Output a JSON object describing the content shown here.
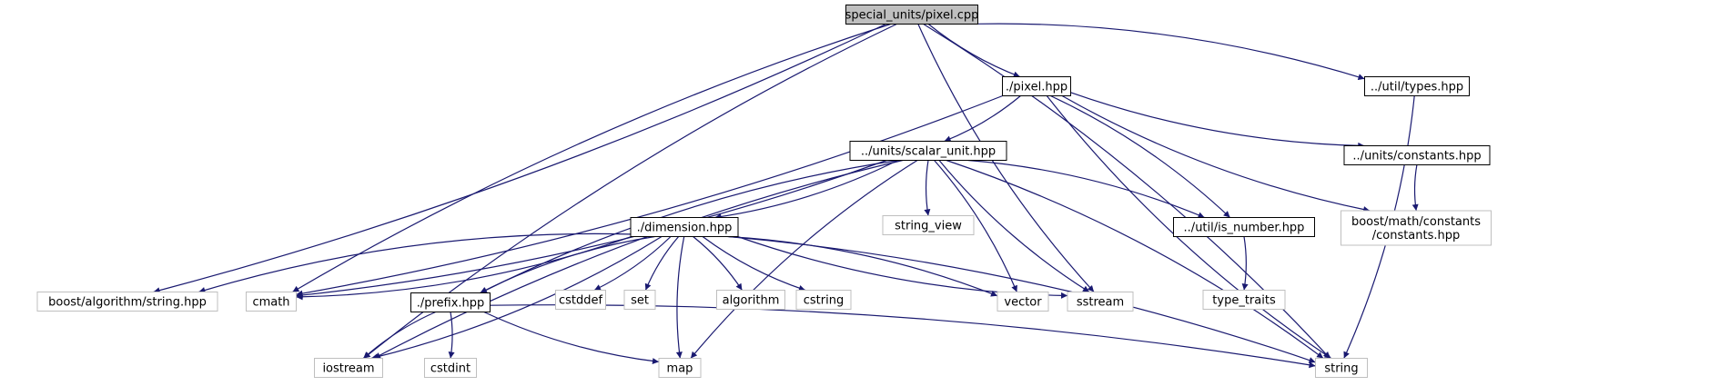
{
  "colors": {
    "edge": "#191970",
    "node_border_project": "#000000",
    "node_border_external": "#bfbfbf",
    "root_fill": "#bfbfbf",
    "node_fill": "#ffffff"
  },
  "nodes": [
    {
      "id": "root",
      "label": "special_units/pixel.cpp",
      "kind": "root"
    },
    {
      "id": "pixel_hpp",
      "label": "./pixel.hpp",
      "kind": "project"
    },
    {
      "id": "types_hpp",
      "label": "../util/types.hpp",
      "kind": "project"
    },
    {
      "id": "scalar_unit",
      "label": "../units/scalar_unit.hpp",
      "kind": "project"
    },
    {
      "id": "constants_hpp",
      "label": "../units/constants.hpp",
      "kind": "project"
    },
    {
      "id": "dimension",
      "label": "./dimension.hpp",
      "kind": "project"
    },
    {
      "id": "string_view",
      "label": "string_view",
      "kind": "external"
    },
    {
      "id": "is_number",
      "label": "../util/is_number.hpp",
      "kind": "project"
    },
    {
      "id": "boost_constants",
      "label": [
        "boost/math/constants",
        "/constants.hpp"
      ],
      "kind": "external"
    },
    {
      "id": "boost_string",
      "label": "boost/algorithm/string.hpp",
      "kind": "external"
    },
    {
      "id": "cmath",
      "label": "cmath",
      "kind": "external"
    },
    {
      "id": "prefix",
      "label": "./prefix.hpp",
      "kind": "project"
    },
    {
      "id": "cstddef",
      "label": "cstddef",
      "kind": "external"
    },
    {
      "id": "set",
      "label": "set",
      "kind": "external"
    },
    {
      "id": "algorithm",
      "label": "algorithm",
      "kind": "external"
    },
    {
      "id": "cstring",
      "label": "cstring",
      "kind": "external"
    },
    {
      "id": "vector",
      "label": "vector",
      "kind": "external"
    },
    {
      "id": "sstream",
      "label": "sstream",
      "kind": "external"
    },
    {
      "id": "type_traits",
      "label": "type_traits",
      "kind": "external"
    },
    {
      "id": "iostream",
      "label": "iostream",
      "kind": "external"
    },
    {
      "id": "cstdint",
      "label": "cstdint",
      "kind": "external"
    },
    {
      "id": "map",
      "label": "map",
      "kind": "external"
    },
    {
      "id": "string",
      "label": "string",
      "kind": "external"
    }
  ],
  "edges": [
    [
      "root",
      "pixel_hpp"
    ],
    [
      "root",
      "types_hpp"
    ],
    [
      "root",
      "sstream"
    ],
    [
      "root",
      "string"
    ],
    [
      "root",
      "cmath"
    ],
    [
      "root",
      "boost_string"
    ],
    [
      "root",
      "iostream"
    ],
    [
      "pixel_hpp",
      "scalar_unit"
    ],
    [
      "pixel_hpp",
      "constants_hpp"
    ],
    [
      "pixel_hpp",
      "is_number"
    ],
    [
      "pixel_hpp",
      "boost_constants"
    ],
    [
      "pixel_hpp",
      "cmath"
    ],
    [
      "pixel_hpp",
      "string"
    ],
    [
      "types_hpp",
      "string"
    ],
    [
      "constants_hpp",
      "boost_constants"
    ],
    [
      "scalar_unit",
      "dimension"
    ],
    [
      "scalar_unit",
      "string_view"
    ],
    [
      "scalar_unit",
      "is_number"
    ],
    [
      "scalar_unit",
      "prefix"
    ],
    [
      "scalar_unit",
      "cmath"
    ],
    [
      "scalar_unit",
      "iostream"
    ],
    [
      "scalar_unit",
      "vector"
    ],
    [
      "scalar_unit",
      "sstream"
    ],
    [
      "scalar_unit",
      "string"
    ],
    [
      "scalar_unit",
      "map"
    ],
    [
      "is_number",
      "type_traits"
    ],
    [
      "dimension",
      "boost_string"
    ],
    [
      "dimension",
      "cmath"
    ],
    [
      "dimension",
      "prefix"
    ],
    [
      "dimension",
      "cstddef"
    ],
    [
      "dimension",
      "set"
    ],
    [
      "dimension",
      "algorithm"
    ],
    [
      "dimension",
      "cstring"
    ],
    [
      "dimension",
      "vector"
    ],
    [
      "dimension",
      "sstream"
    ],
    [
      "dimension",
      "iostream"
    ],
    [
      "dimension",
      "map"
    ],
    [
      "dimension",
      "string"
    ],
    [
      "prefix",
      "iostream"
    ],
    [
      "prefix",
      "cstdint"
    ],
    [
      "prefix",
      "map"
    ],
    [
      "prefix",
      "string"
    ]
  ]
}
